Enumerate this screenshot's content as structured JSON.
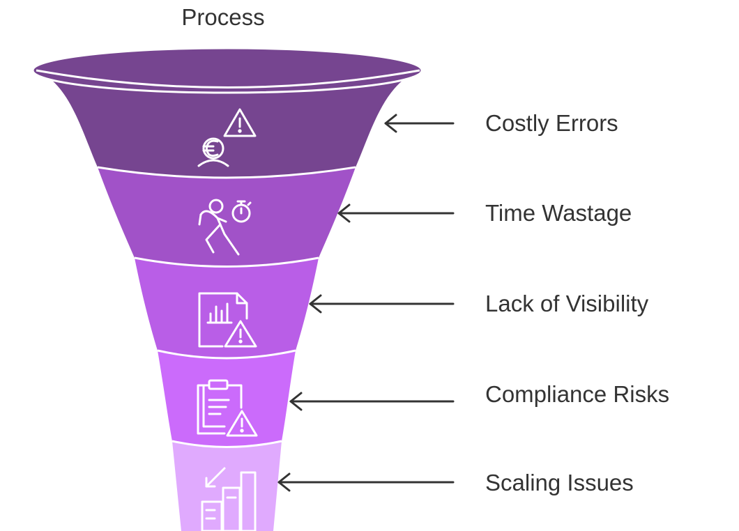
{
  "diagram": {
    "title": "Process",
    "stages": [
      {
        "label": "Costly Errors",
        "icon": "euro-person-warning-icon",
        "color": "#764590"
      },
      {
        "label": "Time Wastage",
        "icon": "running-person-stopwatch-icon",
        "color": "#A152C8"
      },
      {
        "label": "Lack of Visibility",
        "icon": "document-chart-warning-icon",
        "color": "#B95EE7"
      },
      {
        "label": "Compliance Risks",
        "icon": "clipboard-warning-icon",
        "color": "#CB6BFB"
      },
      {
        "label": "Scaling Issues",
        "icon": "building-chart-down-icon",
        "color": "#E0AAFE"
      }
    ],
    "colors": {
      "text": "#333333",
      "arrow": "#333333",
      "icon_stroke": "#ffffff"
    }
  }
}
